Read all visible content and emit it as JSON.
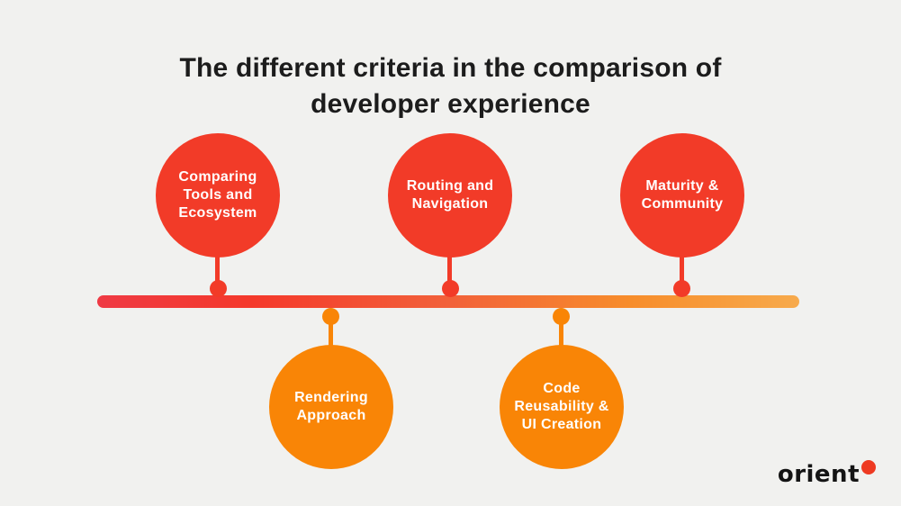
{
  "title": "The different criteria in the comparison of\ndeveloper experience",
  "nodes": [
    {
      "label": "Comparing\nTools and\nEcosystem",
      "position": "top",
      "color": "#f23b28"
    },
    {
      "label": "Rendering\nApproach",
      "position": "bottom",
      "color": "#f98506"
    },
    {
      "label": "Routing and\nNavigation",
      "position": "top",
      "color": "#f23b28"
    },
    {
      "label": "Code\nReusability &\nUI Creation",
      "position": "bottom",
      "color": "#f98506"
    },
    {
      "label": "Maturity &\nCommunity",
      "position": "top",
      "color": "#f23b28"
    }
  ],
  "timeline": {
    "gradient": [
      "#ef3a44",
      "#f4392b",
      "#f2613a",
      "#f78d2b",
      "#f7aa4c"
    ]
  },
  "logo": {
    "text": "orient",
    "dot_color": "#ee3a22"
  },
  "colors": {
    "background": "#f1f1ef",
    "red_circle": "#f23b28",
    "orange_circle": "#f98506",
    "title_text": "#1c1c1c",
    "circle_text": "#ffffff"
  }
}
